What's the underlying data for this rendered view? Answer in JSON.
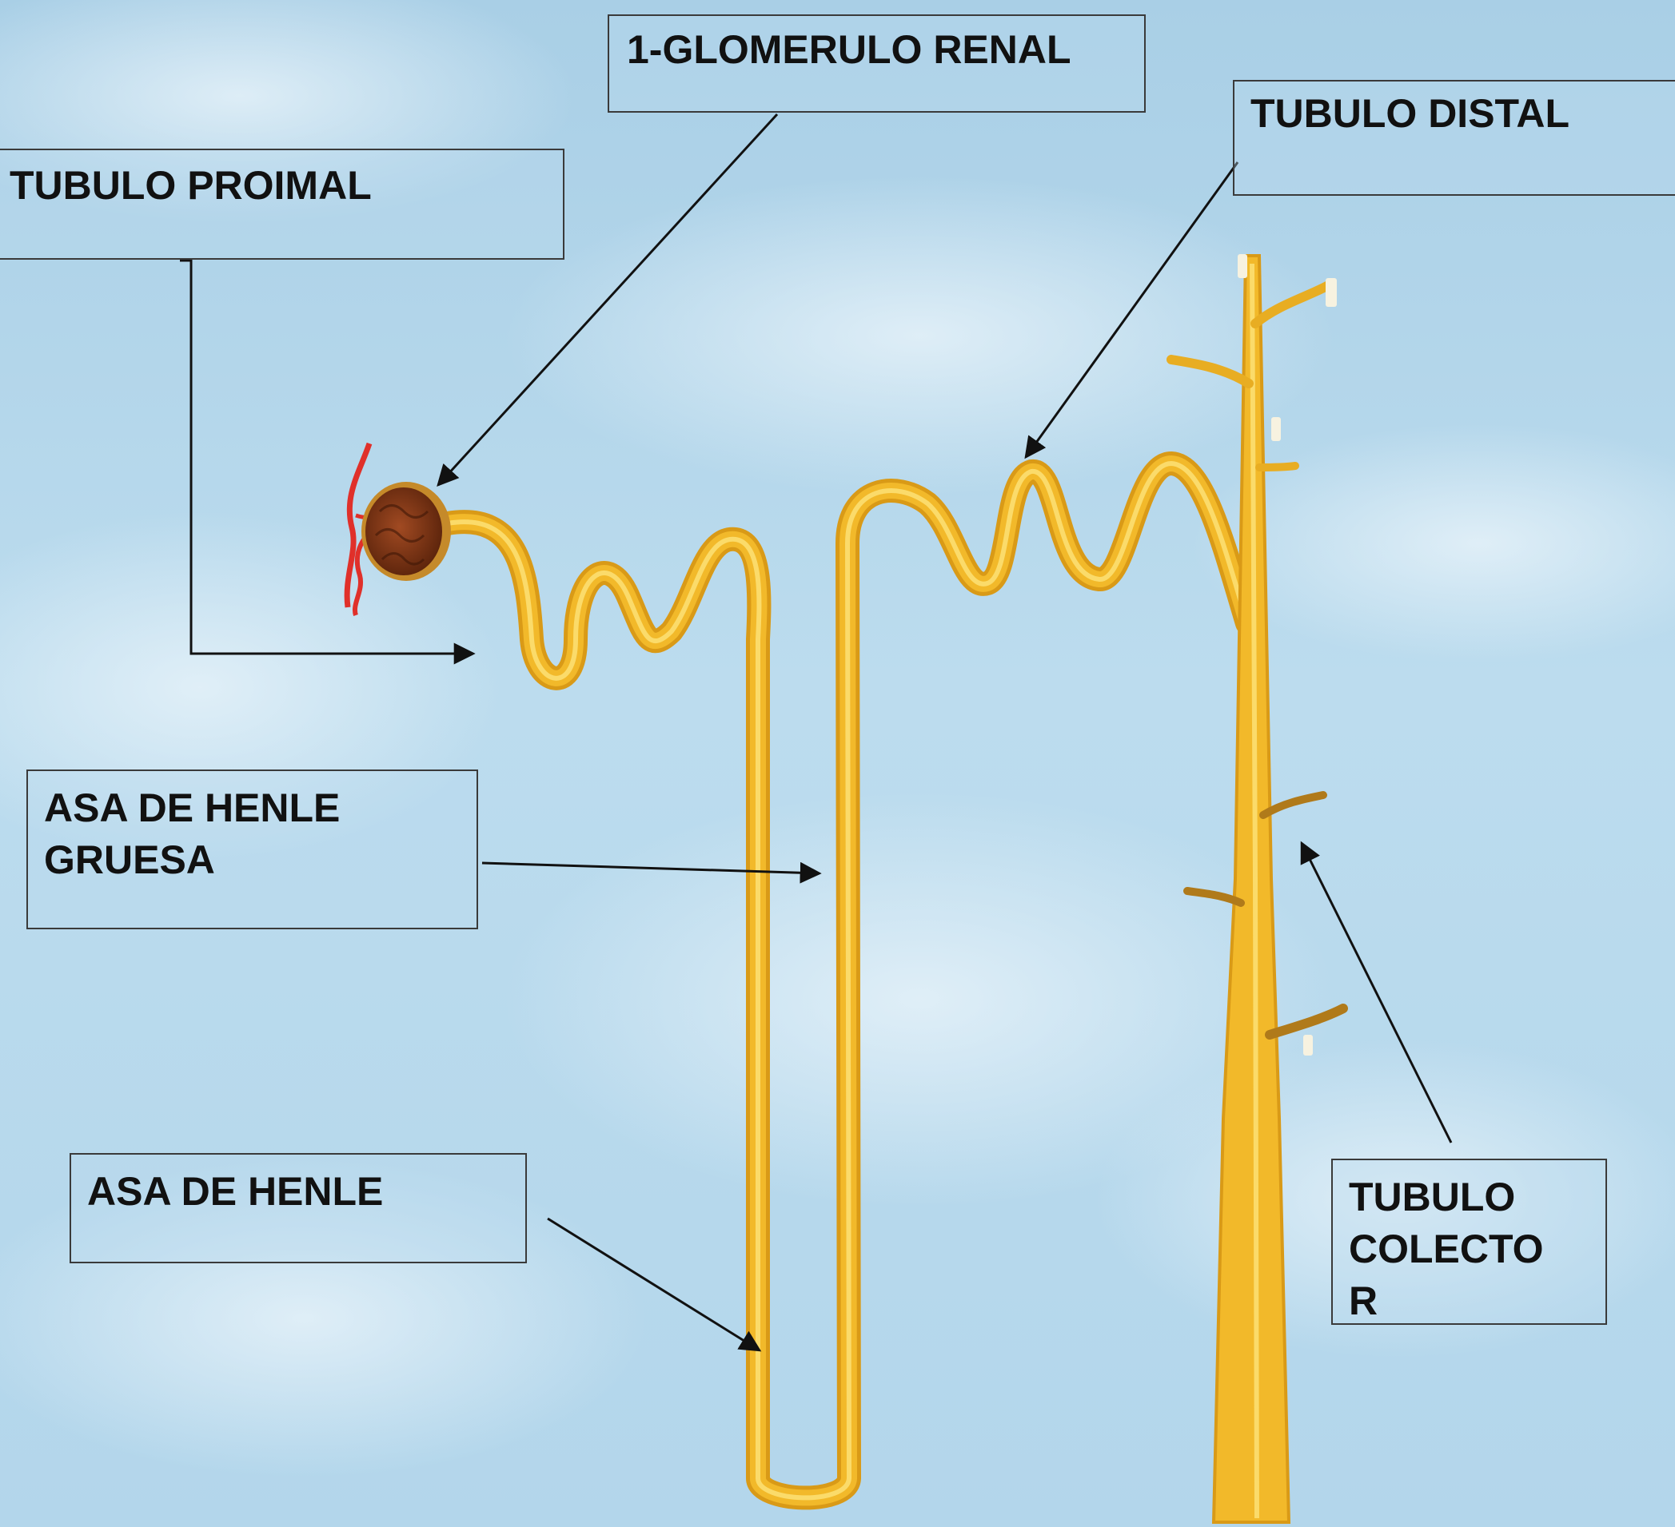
{
  "labels": {
    "glomerulo": "1-GLOMERULO RENAL",
    "proximal": "TUBULO PROIMAL",
    "distal": "TUBULO DISTAL",
    "henle_gruesa": "ASA DE HENLE\nGRUESA",
    "henle": "ASA DE HENLE",
    "colector": "TUBULO\nCOLECTO\nR"
  },
  "colors": {
    "background": "#b9d9ec",
    "tubule": "#f2b92a",
    "tubule_highlight": "#fde37a",
    "glomerulus": "#7a3314",
    "vessel": "#e0302a",
    "arrow": "#111111"
  }
}
